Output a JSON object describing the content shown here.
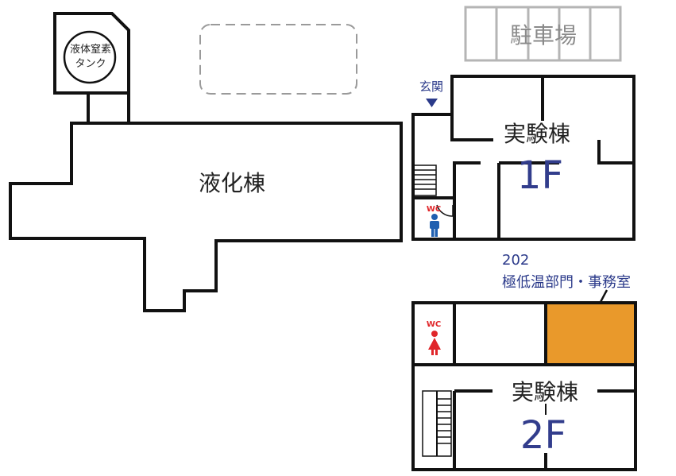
{
  "labels": {
    "liquid_nitrogen_tank": [
      "液体窒素",
      "タンク"
    ],
    "parking": "駐車場",
    "liquefaction_building": "液化棟",
    "entrance": "玄関",
    "exp_building_1f": "実験棟",
    "floor_1f": "1F",
    "exp_building_2f": "実験棟",
    "floor_2f": "2F",
    "wc": "WC",
    "room_number": "202",
    "room_name": "極低温部門・事務室"
  },
  "colors": {
    "wall": "#111111",
    "highlight_room": "#e9992b",
    "floor_label": "#323d8c",
    "caption": "#2b3a8a",
    "wc_text": "#e0262a",
    "male_icon": "#1f5fb0",
    "female_icon": "#e0262a",
    "parking": "#b5b5b5",
    "dashed_area": "#9a9a9a"
  },
  "icons": {
    "entrance_marker": "down-triangle-icon",
    "male_restroom": "male-person-icon",
    "female_restroom": "female-person-icon",
    "pointer": "arrow-icon",
    "stairs": "stairs-icon"
  }
}
